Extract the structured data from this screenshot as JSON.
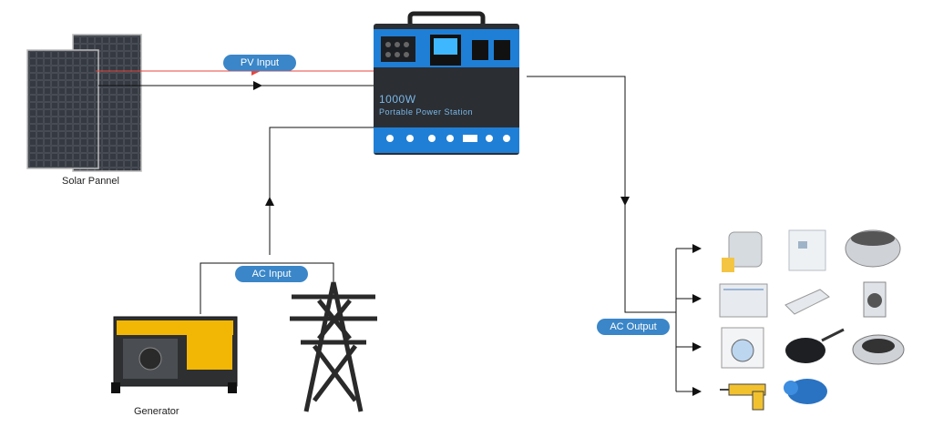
{
  "labels": {
    "pv_input": "PV Input",
    "ac_input": "AC Input",
    "ac_output": "AC Output",
    "solar": "Solar Pannel",
    "generator": "Generator"
  },
  "station": {
    "power": "1000W",
    "subtitle": "Portable Power Station"
  },
  "colors": {
    "pill": "#3a86c8",
    "pv_line_red": "#e8453c",
    "station_body": "#2b2e33",
    "station_blue": "#1f7fd6",
    "solar_panel": "#2a2d33",
    "generator_yellow": "#f2b705"
  },
  "appliances": [
    "juicer-icon",
    "fridge-icon",
    "rice-cooker-icon",
    "dishwasher-icon",
    "hand-mixer-icon",
    "blender-icon",
    "washing-machine-icon",
    "frying-pan-icon",
    "waffle-iron-icon",
    "power-drill-icon",
    "water-pump-icon"
  ]
}
